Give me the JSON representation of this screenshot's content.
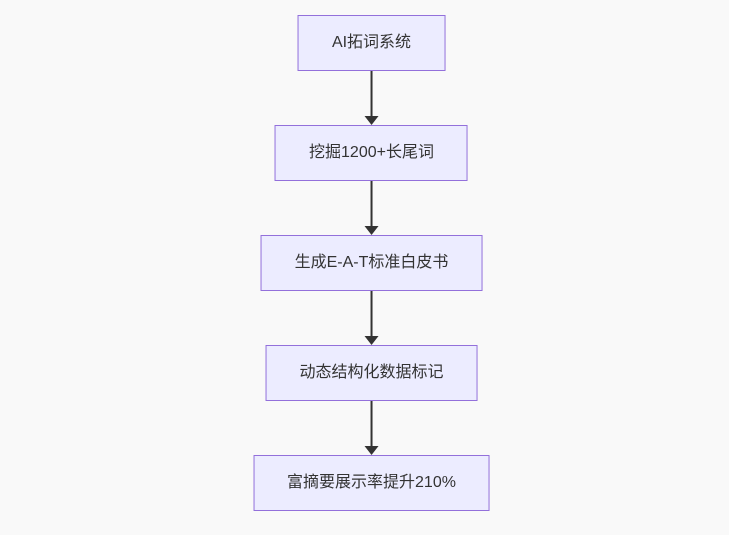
{
  "diagram": {
    "type": "flowchart",
    "direction": "top-down",
    "nodes": [
      {
        "id": "A",
        "label": "AI拓词系统"
      },
      {
        "id": "B",
        "label": "挖掘1200+长尾词"
      },
      {
        "id": "C",
        "label": "生成E-A-T标准白皮书"
      },
      {
        "id": "D",
        "label": "动态结构化数据标记"
      },
      {
        "id": "E",
        "label": "富摘要展示率提升210%"
      }
    ],
    "edges": [
      {
        "from": "A",
        "to": "B"
      },
      {
        "from": "B",
        "to": "C"
      },
      {
        "from": "C",
        "to": "D"
      },
      {
        "from": "D",
        "to": "E"
      }
    ],
    "colors": {
      "background": "#f9f9f9",
      "node_fill": "#ececff",
      "node_border": "#9370db",
      "node_text": "#333333",
      "edge": "#333333"
    }
  }
}
